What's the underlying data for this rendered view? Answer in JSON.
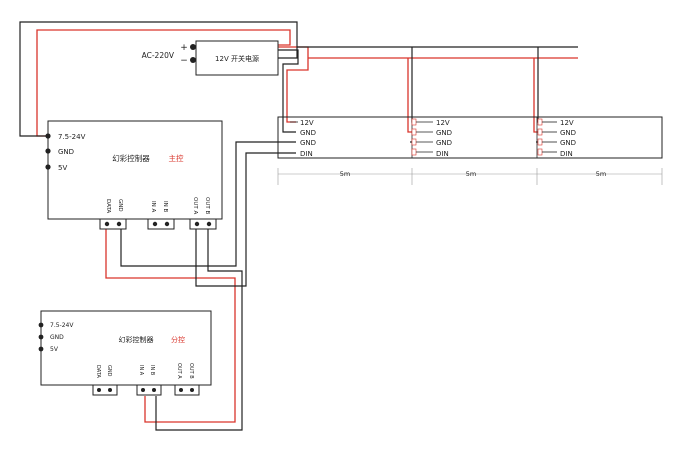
{
  "power_supply": {
    "ac_label": "AC-220V",
    "plus_label": "+",
    "minus_label": "−",
    "name": "12V 开关电源"
  },
  "main_controller": {
    "power_pins": [
      "7.5-24V",
      "GND",
      "5V"
    ],
    "name": "幻彩控制器",
    "role": "主控",
    "ports": [
      "DATA",
      "GND",
      "IN A",
      "IN B",
      "OUT A",
      "OUT B"
    ]
  },
  "sub_controller": {
    "power_pins": [
      "7.5-24V",
      "GND",
      "5V"
    ],
    "name": "幻彩控制器",
    "role": "分控",
    "ports": [
      "DATA",
      "GND",
      "IN A",
      "IN B",
      "OUT A",
      "OUT B"
    ]
  },
  "strip": {
    "first_segment_pins": [
      "12V",
      "GND",
      "GND",
      "DIN"
    ],
    "pad_pins": [
      "12V",
      "GND",
      "GND",
      "DIN"
    ],
    "segment_lengths": [
      "5m",
      "5m",
      "5m"
    ]
  },
  "colors": {
    "wire_black": "#222222",
    "wire_red": "#d9342b",
    "role_red": "#d9342b",
    "dim_gray": "#9a9a9a"
  }
}
